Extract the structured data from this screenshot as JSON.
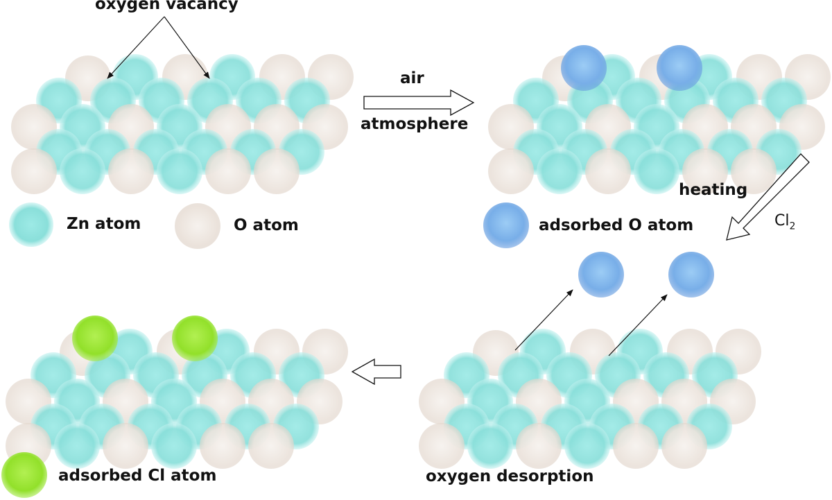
{
  "labels": {
    "oxygen_vacancy": "oxygen vacancy",
    "air": "air",
    "atmosphere": "atmosphere",
    "heating": "heating",
    "cl2_base": "Cl",
    "cl2_sub": "2",
    "oxygen_desorption": "oxygen desorption"
  },
  "legend": {
    "zn": "Zn atom",
    "o": "O atom",
    "adsorbed_o": "adsorbed O atom",
    "adsorbed_cl": "adsorbed Cl atom"
  },
  "colors": {
    "zn_atom": "#8fe3df",
    "o_atom": "#efe8e2",
    "adsorbed_o_atom": "#7fb6ec",
    "adsorbed_cl_atom": "#9fe83a",
    "arrow": "#111111"
  }
}
